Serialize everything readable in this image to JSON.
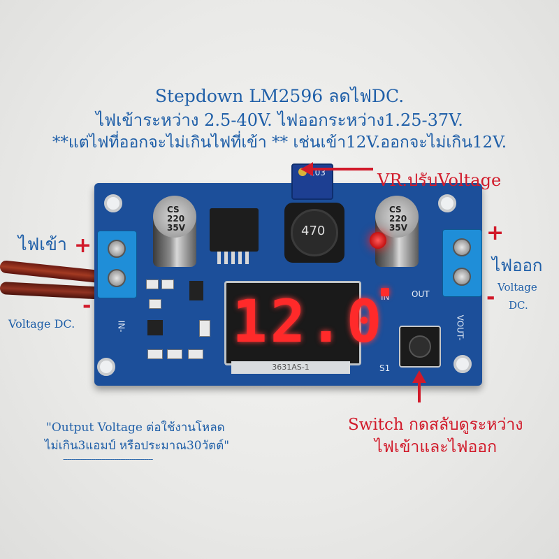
{
  "header": {
    "line1": "Stepdown LM2596 ลดไฟDC.",
    "line2": "ไฟเข้าระหว่าง 2.5-40V. ไฟออกระหว่าง1.25-37V.",
    "line3": "**แต่ไฟที่ออกจะไม่เกินไฟที่เข้า ** เช่นเข้า12V.ออกจะไม่เกิน12V."
  },
  "labels": {
    "vr": "VR.ปรับVoltage",
    "input": "ไฟเข้า",
    "input_plus": "+",
    "input_minus": "-",
    "input_voltage": "Voltage DC.",
    "output": "ไฟออก",
    "output_plus": "+",
    "output_minus": "-",
    "output_voltage_1": "Voltage",
    "output_voltage_2": "DC.",
    "switch_1": "Switch กดสลับดูระหว่าง",
    "switch_2": "ไฟเข้าและไฟออก",
    "note_1": "\"Output Voltage ต่อใช้งานโหลด",
    "note_2": "ไม่เกิน3แอมป์ หรือประมาณ30วัตต์\"",
    "note_rule": "------------------------------------------"
  },
  "board": {
    "display_value": "12.0",
    "display_part": "3631AS-1",
    "cap_left": [
      "CS",
      "220",
      "35V"
    ],
    "cap_right": [
      "CS",
      "220",
      "35V"
    ],
    "inductor": "470",
    "vr_code": "103",
    "silk_in_minus": "IN-",
    "silk_out_minus": "VOUT-",
    "silk_in": "IN",
    "silk_out": "OUT",
    "silk_s1": "S1"
  },
  "colors": {
    "title_blue": "#1f5fa8",
    "annotation_red": "#d11a2a",
    "pcb_blue": "#1c4f9a",
    "display_red": "#ff2a2a"
  }
}
